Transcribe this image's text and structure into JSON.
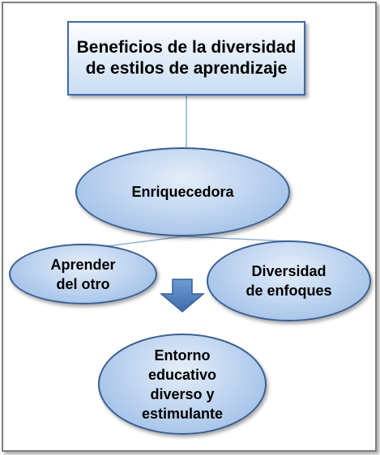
{
  "diagram": {
    "title": "Beneficios de la diversidad de estilos de aprendizaje",
    "nodes": {
      "enriquecedora": "Enriquecedora",
      "aprender": [
        "Aprender",
        "del otro"
      ],
      "diversidad": [
        "Diversidad",
        "de enfoques"
      ],
      "entorno": [
        "Entorno",
        "educativo",
        "diverso y",
        "estimulante"
      ]
    }
  },
  "colors": {
    "node_border": "#3a5f92",
    "node_fill": "#b8d0ee",
    "title_border": "#3f68a8",
    "arrow_fill": "#4f81bd",
    "connector": "#8eb0d8"
  }
}
